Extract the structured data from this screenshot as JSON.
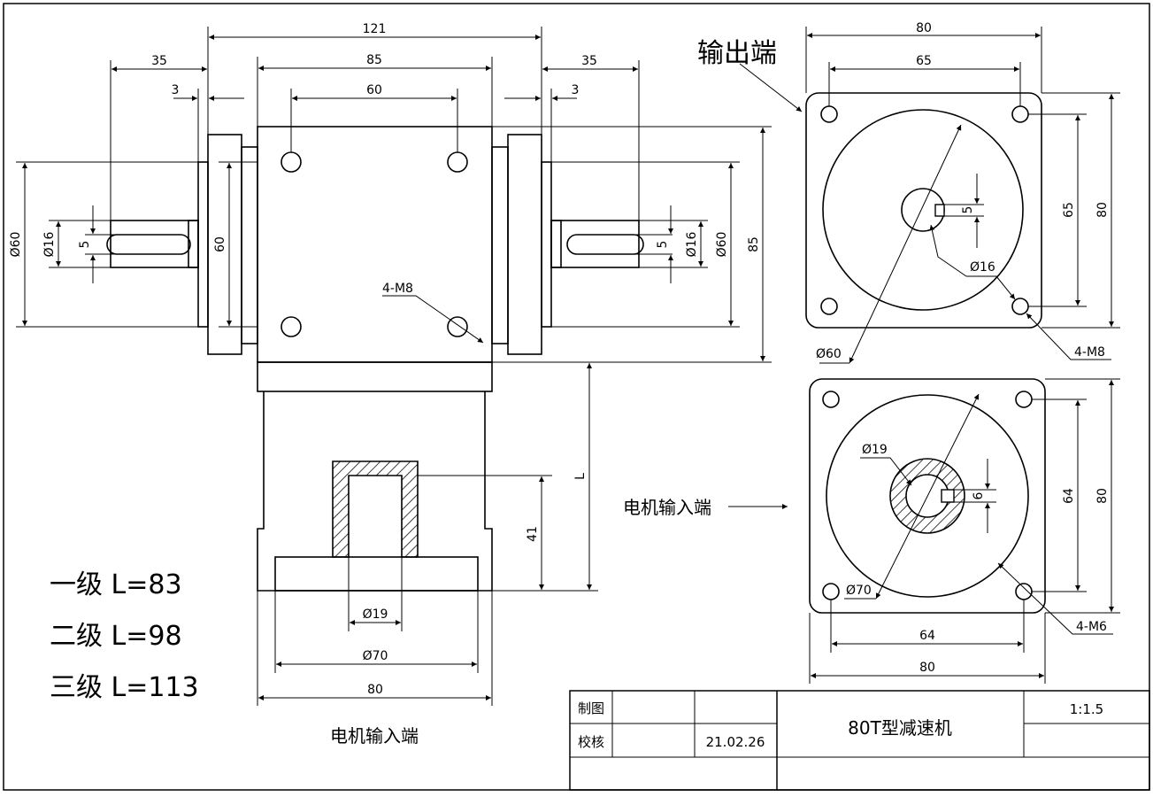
{
  "drawing": {
    "title": "80T型减速机",
    "scale": "1:1.5",
    "date": "21.02.26",
    "labels": {
      "drawn": "制图",
      "checked": "校核",
      "output_end": "输出端",
      "motor_input_end": "电机输入端",
      "motor_input_end_arrow": "电机输入端"
    },
    "stages": [
      "一级  L=83",
      "二级  L=98",
      "三级  L=113"
    ],
    "front_view": {
      "d121": "121",
      "d85_top": "85",
      "d60_top": "60",
      "d35_left": "35",
      "d35_right": "35",
      "d3_left": "3",
      "d3_right": "3",
      "phi60_left": "Ø60",
      "phi16_left": "Ø16",
      "key5_left": "5",
      "flange60": "60",
      "key5_right": "5",
      "phi16_right": "Ø16",
      "phi60_right": "Ø60",
      "h85": "85",
      "thread": "4-M8",
      "L": "L",
      "d41": "41",
      "phi19": "Ø19",
      "phi70": "Ø70",
      "d80": "80"
    },
    "output_view": {
      "w80": "80",
      "w65": "65",
      "h65": "65",
      "h80": "80",
      "key5": "5",
      "phi16": "Ø16",
      "phi60": "Ø60",
      "thread": "4-M8"
    },
    "motor_view": {
      "phi19": "Ø19",
      "key6": "6",
      "h64": "64",
      "h80": "80",
      "phi70": "Ø70",
      "thread": "4-M6",
      "w64": "64",
      "w80": "80"
    }
  }
}
